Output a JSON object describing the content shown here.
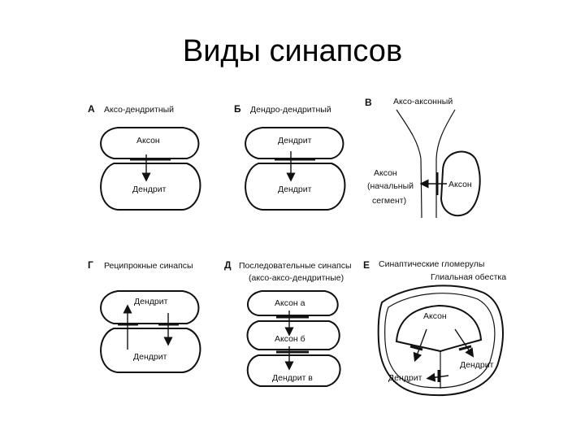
{
  "title": "Виды синапсов",
  "panels": {
    "a": {
      "letter": "А",
      "caption": "Аксо-дендритный",
      "top": "Аксон",
      "bottom": "Дендрит"
    },
    "b": {
      "letter": "Б",
      "caption": "Дендро-дендритный",
      "top": "Дендрит",
      "bottom": "Дендрит"
    },
    "v": {
      "letter": "В",
      "caption": "Аксо-аксонный",
      "left1": "Аксон",
      "left2": "(начальный",
      "left3": "сегмент)",
      "right": "Аксон"
    },
    "g": {
      "letter": "Г",
      "caption": "Реципрокные синапсы",
      "top": "Дендрит",
      "bottom": "Дендрит"
    },
    "d": {
      "letter": "Д",
      "caption": "Последовательные синапсы",
      "caption2": "(аксо-аксо-дендритные)",
      "top": "Аксон а",
      "mid": "Аксон б",
      "bottom": "Дендрит в"
    },
    "e": {
      "letter": "Е",
      "caption": "Синаптические гломерулы",
      "caption2": "Глиальная обестка",
      "axon": "Аксон",
      "dendrite_left": "Дендрит",
      "dendrite_right": "Дендрит"
    }
  }
}
